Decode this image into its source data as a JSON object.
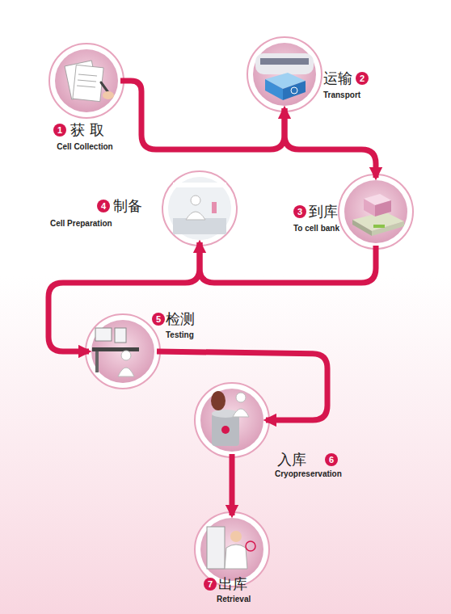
{
  "diagram": {
    "nodes": [
      {
        "text": [
          "获 取",
          "Cell Collection"
        ]
      },
      {
        "text": [
          "运输",
          "Transport"
        ]
      },
      {
        "text": [
          "到库",
          "To cell bank"
        ]
      },
      {
        "text": [
          "制备",
          "Cell Preparation"
        ]
      },
      {
        "text": [
          "检测",
          "Testing"
        ]
      },
      {
        "text": [
          "入库",
          "Cryopreservation"
        ]
      },
      {
        "text": [
          "出库",
          "Retrieval"
        ]
      }
    ],
    "edges": [
      {
        "from": 0,
        "to": 1,
        "arrow": "to"
      },
      {
        "from": 1,
        "to": 2,
        "arrow": "to"
      },
      {
        "from": 2,
        "to": 3,
        "arrow": "to"
      },
      {
        "from": 3,
        "to": 4,
        "arrow": "to"
      },
      {
        "from": 4,
        "to": 5,
        "arrow": "to"
      },
      {
        "from": 5,
        "to": 6,
        "arrow": "to"
      }
    ],
    "labels": [
      "1",
      "2",
      "3",
      "4",
      "5",
      "6",
      "7"
    ]
  }
}
